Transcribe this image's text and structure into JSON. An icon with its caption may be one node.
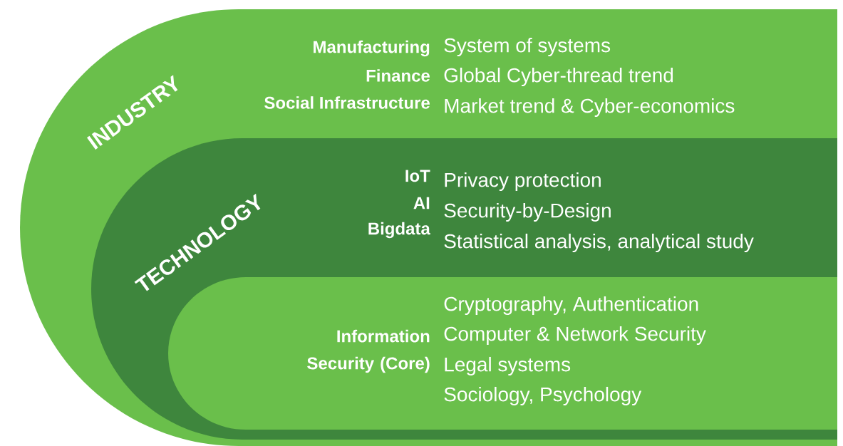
{
  "diagram": {
    "nodes": [
      {
        "text": [
          "INDUSTRY",
          "Manufacturing",
          "Finance",
          "Social Infrastructure",
          "System of systems",
          "Global Cyber-thread trend",
          "Market trend & Cyber-economics"
        ]
      },
      {
        "text": [
          "TECHNOLOGY",
          "IoT",
          "AI",
          "Bigdata",
          "Privacy protection",
          "Security-by-Design",
          "Statistical analysis, analytical study"
        ],
        "in": 0
      },
      {
        "text": [
          "Information Security (Core)",
          "Cryptography, Authentication",
          "Computer & Network Security",
          "Legal systems",
          "Sociology, Psychology"
        ],
        "in": 1
      }
    ]
  }
}
